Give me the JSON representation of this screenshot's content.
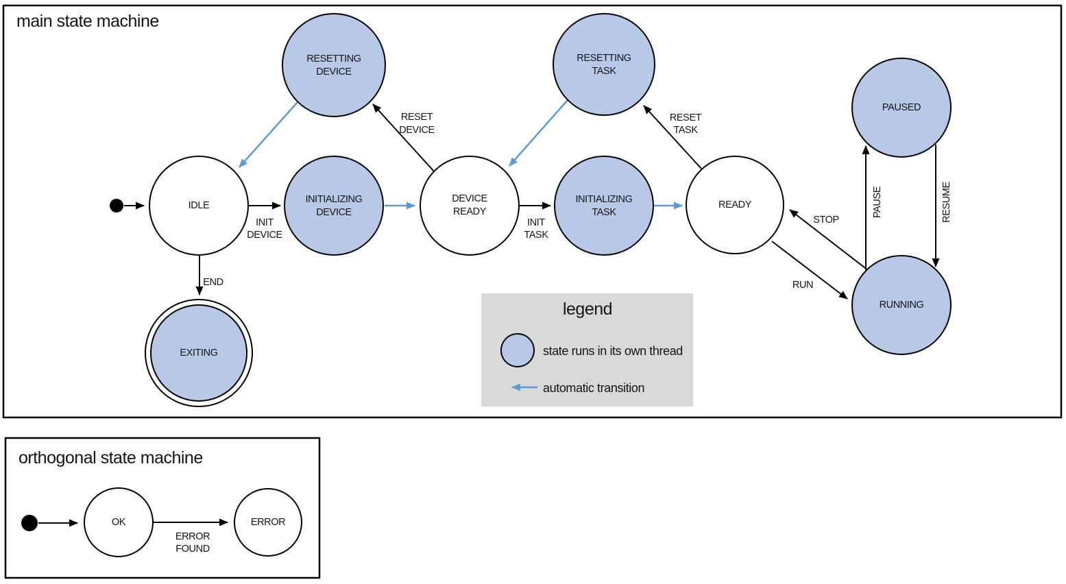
{
  "colors": {
    "state_fill": "#b8c9e8",
    "auto_transition": "#5b9bd5",
    "legend_bg": "#d9d9d9",
    "line": "#000000"
  },
  "main": {
    "title": "main state machine",
    "states": {
      "idle": {
        "label": "IDLE"
      },
      "resetting_device": {
        "line1": "RESETTING",
        "line2": "DEVICE"
      },
      "initializing_device": {
        "line1": "INITIALIZING",
        "line2": "DEVICE"
      },
      "device_ready": {
        "line1": "DEVICE",
        "line2": "READY"
      },
      "resetting_task": {
        "line1": "RESETTING",
        "line2": "TASK"
      },
      "initializing_task": {
        "line1": "INITIALIZING",
        "line2": "TASK"
      },
      "ready": {
        "label": "READY"
      },
      "paused": {
        "label": "PAUSED"
      },
      "running": {
        "label": "RUNNING"
      },
      "exiting": {
        "label": "EXITING"
      }
    },
    "transitions": {
      "init_device": {
        "line1": "INIT",
        "line2": "DEVICE"
      },
      "reset_device": {
        "line1": "RESET",
        "line2": "DEVICE"
      },
      "init_task": {
        "line1": "INIT",
        "line2": "TASK"
      },
      "reset_task": {
        "line1": "RESET",
        "line2": "TASK"
      },
      "run": {
        "label": "RUN"
      },
      "stop": {
        "label": "STOP"
      },
      "pause": {
        "label": "PAUSE"
      },
      "resume": {
        "label": "RESUME"
      },
      "end": {
        "label": "END"
      }
    }
  },
  "legend": {
    "title": "legend",
    "items": {
      "thread": {
        "label": "state runs in its own thread"
      },
      "auto": {
        "label": "automatic transition"
      }
    }
  },
  "orthogonal": {
    "title": "orthogonal state machine",
    "states": {
      "ok": {
        "label": "OK"
      },
      "error": {
        "label": "ERROR"
      }
    },
    "transitions": {
      "error_found": {
        "line1": "ERROR",
        "line2": "FOUND"
      }
    }
  }
}
